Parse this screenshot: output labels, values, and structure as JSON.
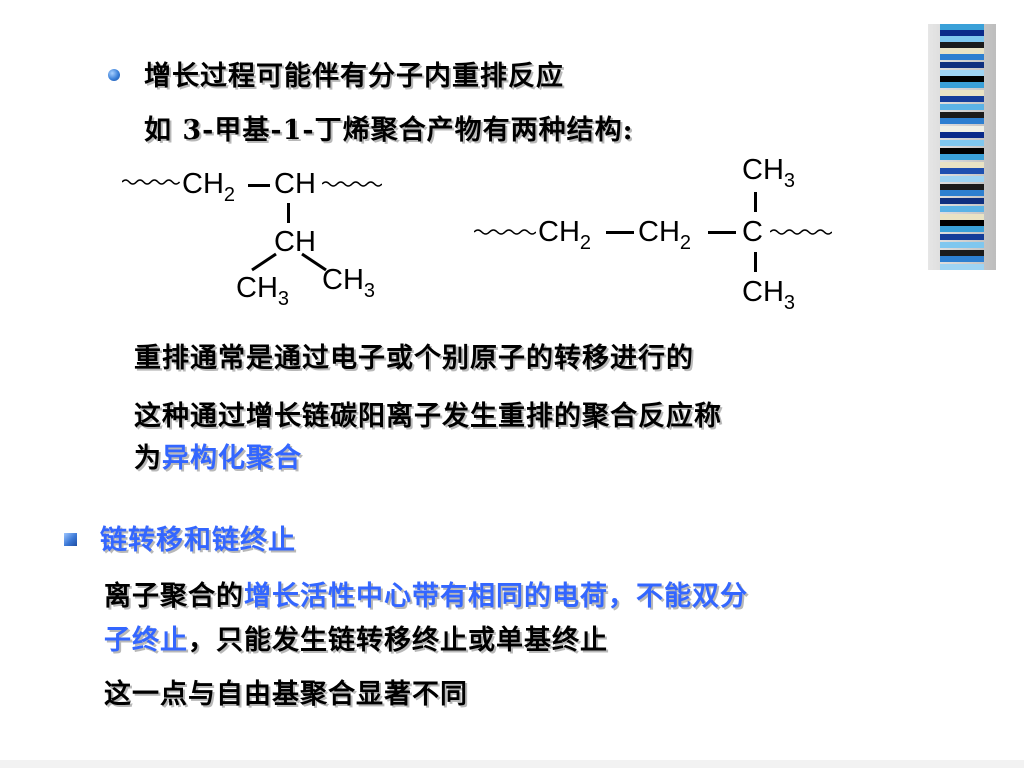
{
  "bullet1": {
    "title": "增长过程可能伴有分子内重排反应",
    "example": "如 3-甲基-1-丁烯聚合产物有两种结构:"
  },
  "structure1": {
    "ch2": "CH",
    "ch2_sub": "2",
    "ch_top": "CH",
    "ch_mid": "CH",
    "ch3_left": "CH",
    "ch3_left_sub": "3",
    "ch3_right": "CH",
    "ch3_right_sub": "3"
  },
  "structure2": {
    "ch3_top": "CH",
    "ch3_top_sub": "3",
    "ch2_a": "CH",
    "ch2_a_sub": "2",
    "ch2_b": "CH",
    "ch2_b_sub": "2",
    "c": "C",
    "ch3_bottom": "CH",
    "ch3_bottom_sub": "3"
  },
  "paragraph1": {
    "line1": "重排通常是通过电子或个别原子的转移进行的",
    "line2": "这种通过增长链碳阳离子发生重排的聚合反应称",
    "line3_prefix": "为",
    "line3_highlight": "异构化聚合"
  },
  "bullet2": {
    "title": "链转移和链终止",
    "line1_prefix": "离子聚合的",
    "line1_highlight": "增长活性中心带有相同的电荷，不能双分",
    "line2_highlight": "子终止",
    "line2_suffix": "，只能发生链转移终止或单基终止",
    "line3": "这一点与自由基聚合显著不同"
  },
  "colors": {
    "highlight": "#3366ff",
    "bullet": "#3a7fd8"
  }
}
